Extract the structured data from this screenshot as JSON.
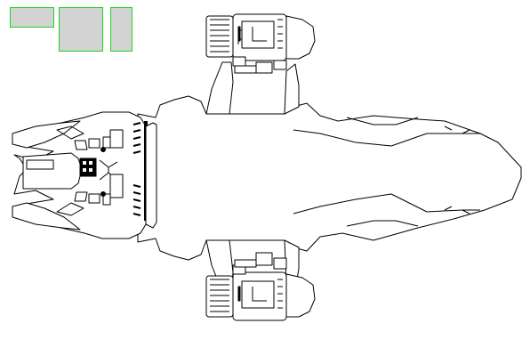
{
  "canvas": {
    "background": "#ffffff",
    "line_color": "#000000",
    "fill_color": "#ffffff"
  },
  "swatches": {
    "fill": "#d3d3d3",
    "border": "#1cd41c",
    "items": [
      {
        "name": "layout-swatch-wide"
      },
      {
        "name": "layout-swatch-square"
      },
      {
        "name": "layout-swatch-tall"
      }
    ]
  }
}
